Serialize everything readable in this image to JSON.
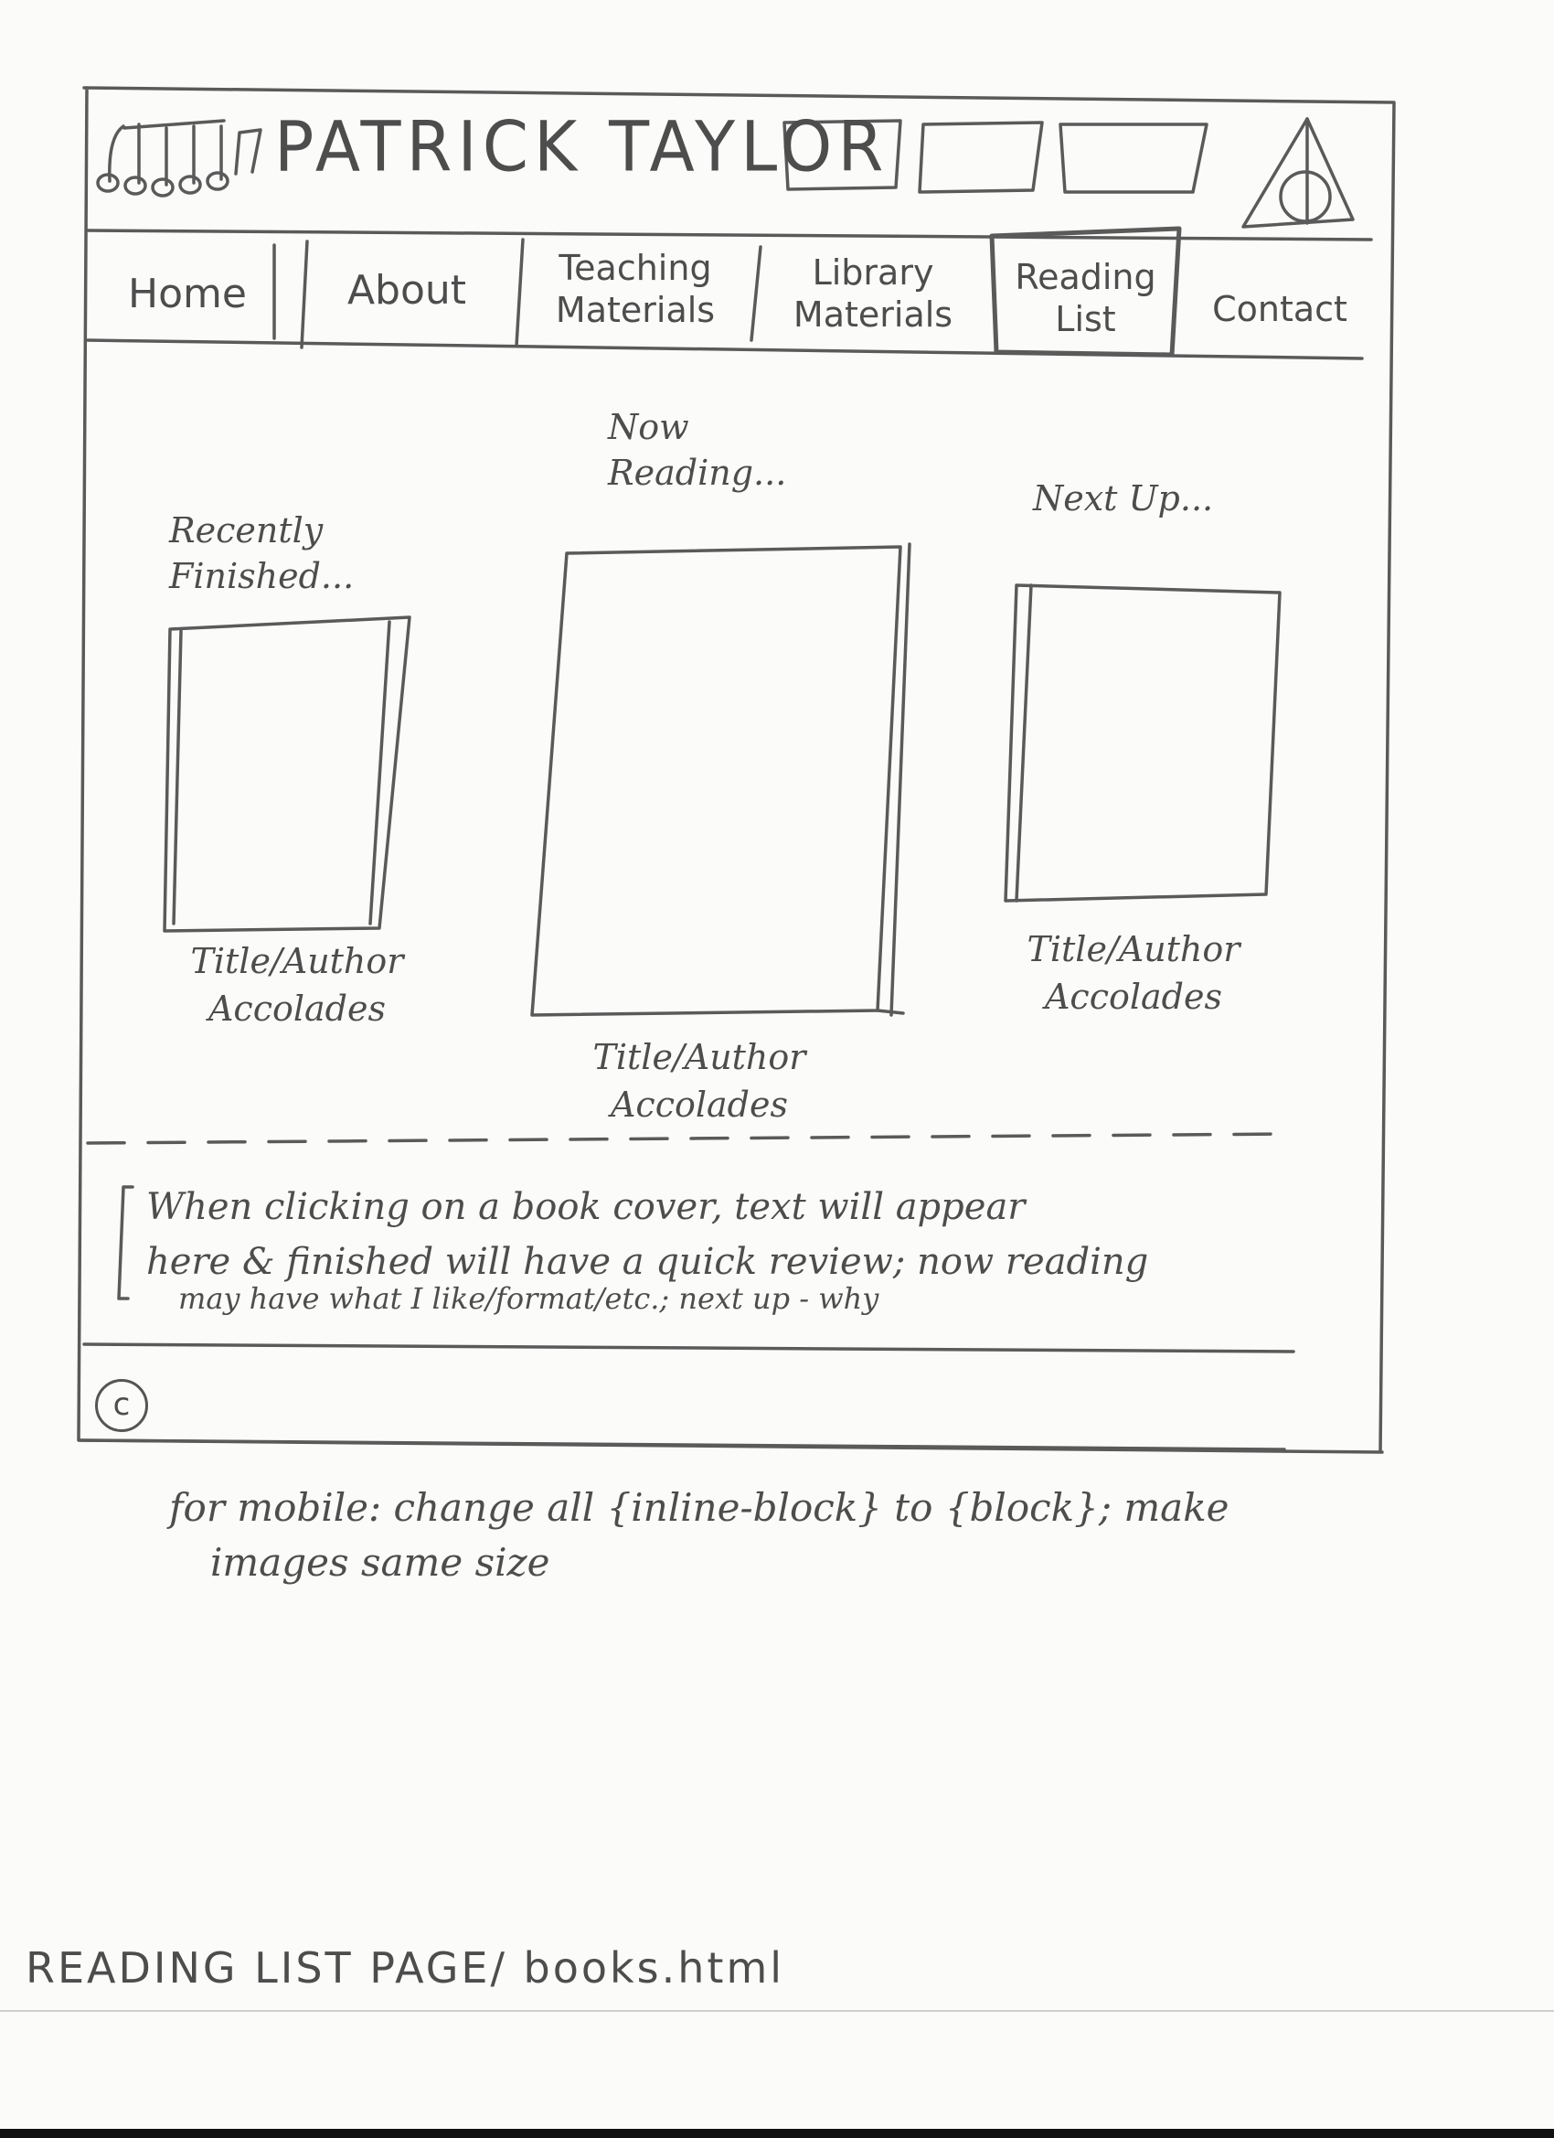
{
  "header": {
    "site_title": "PATRICK TAYLOR"
  },
  "nav": {
    "items": [
      {
        "label": "Home"
      },
      {
        "label": "About"
      },
      {
        "label": "Teaching\nMaterials"
      },
      {
        "label": "Library\nMaterials"
      },
      {
        "label": "Reading\nList",
        "active": true
      },
      {
        "label": "Contact"
      }
    ]
  },
  "sections": {
    "recently_finished": {
      "label": "Recently\nFinished...",
      "caption": "Title/Author\nAccolades"
    },
    "now_reading": {
      "label": "Now\nReading...",
      "caption": "Title/Author\nAccolades"
    },
    "next_up": {
      "label": "Next Up...",
      "caption": "Title/Author\nAccolades"
    }
  },
  "review_box": {
    "line1": "When clicking on a book cover, text will appear",
    "line2": "here & finished will have a quick review; now reading",
    "line3": "may have what I like/format/etc.; next up - why"
  },
  "footer": {
    "copyright_symbol": "c"
  },
  "notes": {
    "mobile_line1": "for mobile: change all {inline-block} to {block}; make",
    "mobile_line2": "images same size"
  },
  "page_label": "READING LIST PAGE/ books.html",
  "colors": {
    "pencil": "#4d4d4d",
    "paper": "#fbfbfa"
  },
  "icons": [
    "music-notes-icon",
    "deathly-hallows-icon"
  ]
}
